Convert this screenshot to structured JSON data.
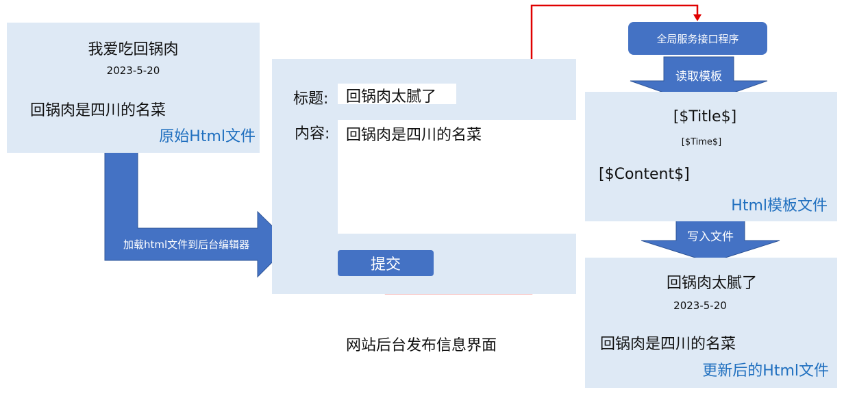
{
  "original_file": {
    "title": "我爱吃回锅肉",
    "date": "2023-5-20",
    "content": "回锅肉是四川的名菜",
    "caption": "原始Html文件"
  },
  "load_arrow_label": "加载html文件到后台编辑器",
  "editor": {
    "title_label": "标题:",
    "title_value": "回锅肉太腻了",
    "content_label": "内容:",
    "content_value": "回锅肉是四川的名菜",
    "submit_label": "提交",
    "caption": "网站后台发布信息界面"
  },
  "service": {
    "label": "全局服务接口程序"
  },
  "read_arrow_label": "读取模板",
  "template_file": {
    "title_placeholder": "[$Title$]",
    "time_placeholder": "[$Time$]",
    "content_placeholder": "[$Content$]",
    "caption": "Html模板文件"
  },
  "write_arrow_label": "写入文件",
  "updated_file": {
    "title": "回锅肉太腻了",
    "date": "2023-5-20",
    "content": "回锅肉是四川的名菜",
    "caption": "更新后的Html文件"
  },
  "colors": {
    "panel_bg": "#dee9f5",
    "accent_blue": "#4472c4",
    "caption_blue": "#1f6fbf",
    "connector_red": "#e00000"
  }
}
